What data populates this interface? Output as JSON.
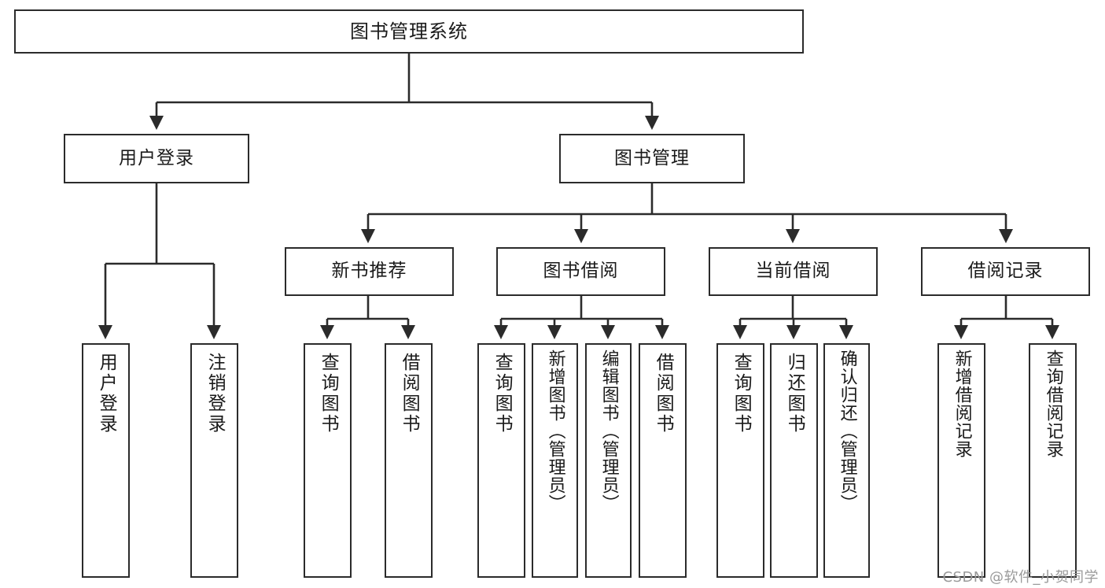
{
  "diagram": {
    "title": "图书管理系统",
    "type": "tree-hierarchy-diagram",
    "colors": {
      "box_border": "#2b2b2b",
      "box_fill": "#ffffff",
      "edge": "#2b2b2b",
      "text": "#1a1a1a",
      "watermark": "#9a9a9a",
      "background": "#ffffff"
    }
  },
  "watermark": {
    "text": "CSDN @软件_小贺同学"
  },
  "nodes": {
    "root": {
      "label": "图书管理系统"
    },
    "level2": [
      {
        "id": "user-login",
        "label": "用户登录"
      },
      {
        "id": "book-manage",
        "label": "图书管理"
      }
    ],
    "level3": [
      {
        "id": "new-book-rec",
        "label": "新书推荐"
      },
      {
        "id": "book-borrow",
        "label": "图书借阅"
      },
      {
        "id": "current-borrow",
        "label": "当前借阅"
      },
      {
        "id": "borrow-record",
        "label": "借阅记录"
      }
    ],
    "leaves": {
      "user_login": [
        {
          "id": "leaf-user-login",
          "label": "用户登录"
        },
        {
          "id": "leaf-logout-login",
          "label": "注销登录"
        }
      ],
      "new_book_rec": [
        {
          "id": "leaf-query-book-1",
          "label": "查询图书"
        },
        {
          "id": "leaf-borrow-book-1",
          "label": "借阅图书"
        }
      ],
      "book_borrow": [
        {
          "id": "leaf-query-book-2",
          "label": "查询图书"
        },
        {
          "id": "leaf-add-book",
          "label": "新增图书（管理员）"
        },
        {
          "id": "leaf-edit-book",
          "label": "编辑图书（管理员）"
        },
        {
          "id": "leaf-borrow-book-2",
          "label": "借阅图书"
        }
      ],
      "current_borrow": [
        {
          "id": "leaf-query-book-3",
          "label": "查询图书"
        },
        {
          "id": "leaf-return-book",
          "label": "归还图书"
        },
        {
          "id": "leaf-confirm-return",
          "label": "确认归还（管理员）"
        }
      ],
      "borrow_record": [
        {
          "id": "leaf-add-record",
          "label": "新增借阅记录"
        },
        {
          "id": "leaf-query-record",
          "label": "查询借阅记录"
        }
      ]
    }
  },
  "chart_data": {
    "type": "tree",
    "title": "图书管理系统",
    "edges": [
      [
        "图书管理系统",
        "用户登录"
      ],
      [
        "图书管理系统",
        "图书管理"
      ],
      [
        "用户登录",
        "用户登录"
      ],
      [
        "用户登录",
        "注销登录"
      ],
      [
        "图书管理",
        "新书推荐"
      ],
      [
        "图书管理",
        "图书借阅"
      ],
      [
        "图书管理",
        "当前借阅"
      ],
      [
        "图书管理",
        "借阅记录"
      ],
      [
        "新书推荐",
        "查询图书"
      ],
      [
        "新书推荐",
        "借阅图书"
      ],
      [
        "图书借阅",
        "查询图书"
      ],
      [
        "图书借阅",
        "新增图书（管理员）"
      ],
      [
        "图书借阅",
        "编辑图书（管理员）"
      ],
      [
        "图书借阅",
        "借阅图书"
      ],
      [
        "当前借阅",
        "查询图书"
      ],
      [
        "当前借阅",
        "归还图书"
      ],
      [
        "当前借阅",
        "确认归还（管理员）"
      ],
      [
        "借阅记录",
        "新增借阅记录"
      ],
      [
        "借阅记录",
        "查询借阅记录"
      ]
    ]
  }
}
